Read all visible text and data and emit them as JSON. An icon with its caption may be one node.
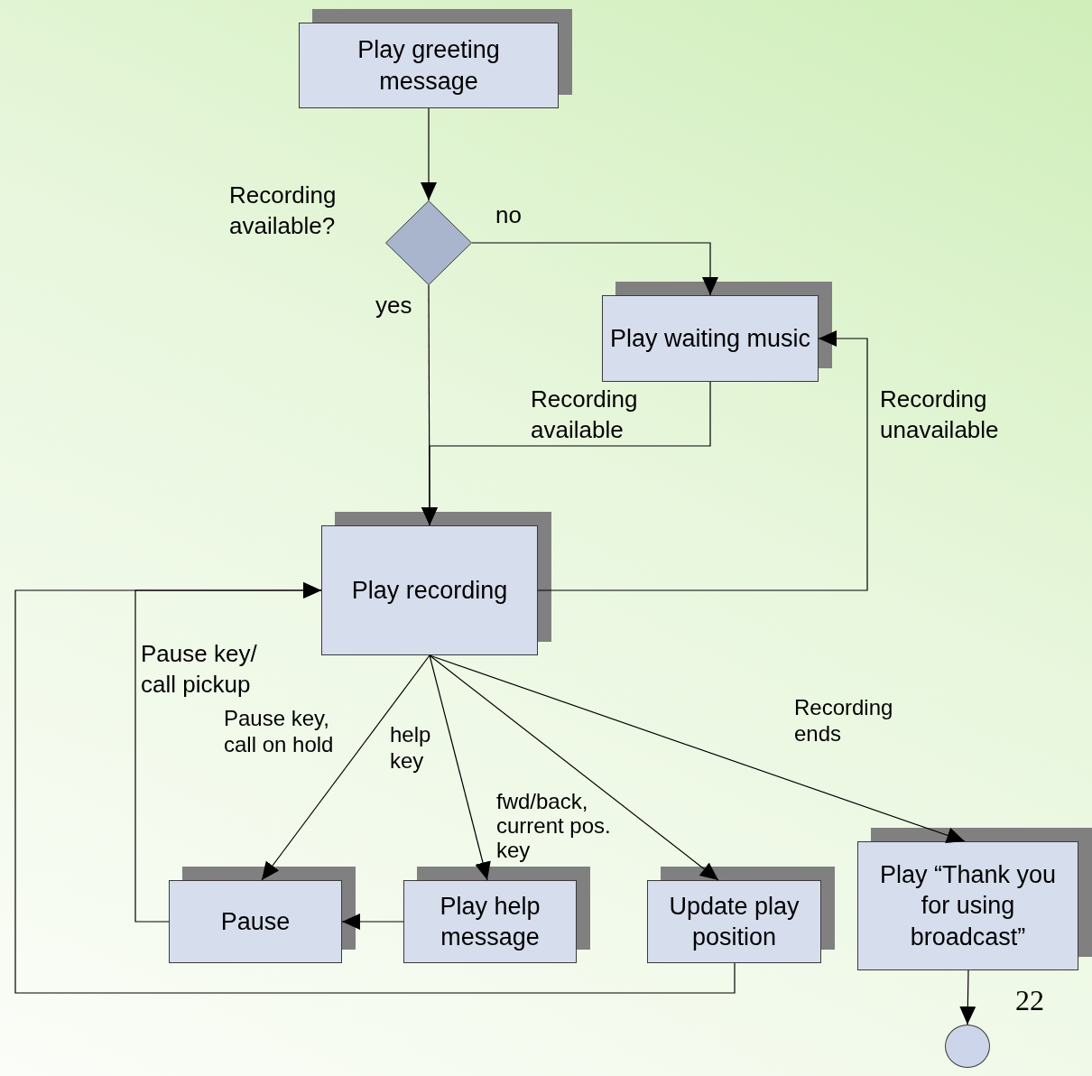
{
  "diagram": {
    "nodes": [
      {
        "text": [
          "Play greeting message"
        ]
      },
      {
        "text": [],
        "shape": "diamond",
        "beside": [
          "Recording available?"
        ]
      },
      {
        "text": [
          "Play waiting music"
        ]
      },
      {
        "text": [
          "Play recording"
        ]
      },
      {
        "text": [
          "Pause"
        ]
      },
      {
        "text": [
          "Play help message"
        ]
      },
      {
        "text": [
          "Update play position"
        ]
      },
      {
        "text": [
          "Play “Thank you for using broadcast”"
        ]
      },
      {
        "text": [],
        "shape": "circle"
      }
    ],
    "edges": [
      {
        "from": 0,
        "to": 1,
        "arrow": "to"
      },
      {
        "from": 1,
        "to": 2,
        "arrow": "to",
        "label": "no"
      },
      {
        "from": 1,
        "to": 3,
        "arrow": "to",
        "label": "yes"
      },
      {
        "from": 2,
        "to": 3,
        "arrow": "to",
        "label": "Recording available"
      },
      {
        "from": 3,
        "to": 2,
        "arrow": "to",
        "label": "Recording unavailable"
      },
      {
        "from": 3,
        "to": 4,
        "arrow": "to",
        "label": "Pause key, call on hold"
      },
      {
        "from": 3,
        "to": 5,
        "arrow": "to",
        "label": "help key"
      },
      {
        "from": 3,
        "to": 6,
        "arrow": "to",
        "label": "fwd/back, current pos. key"
      },
      {
        "from": 3,
        "to": 7,
        "arrow": "to",
        "label": "Recording ends"
      },
      {
        "from": 4,
        "to": 3,
        "arrow": "to",
        "label": "Pause key/ call pickup"
      },
      {
        "from": 6,
        "to": 3,
        "arrow": "to"
      },
      {
        "from": 5,
        "to": 4,
        "arrow": "to"
      },
      {
        "from": 7,
        "to": 8,
        "arrow": "to"
      }
    ],
    "labels": [
      "22"
    ]
  }
}
